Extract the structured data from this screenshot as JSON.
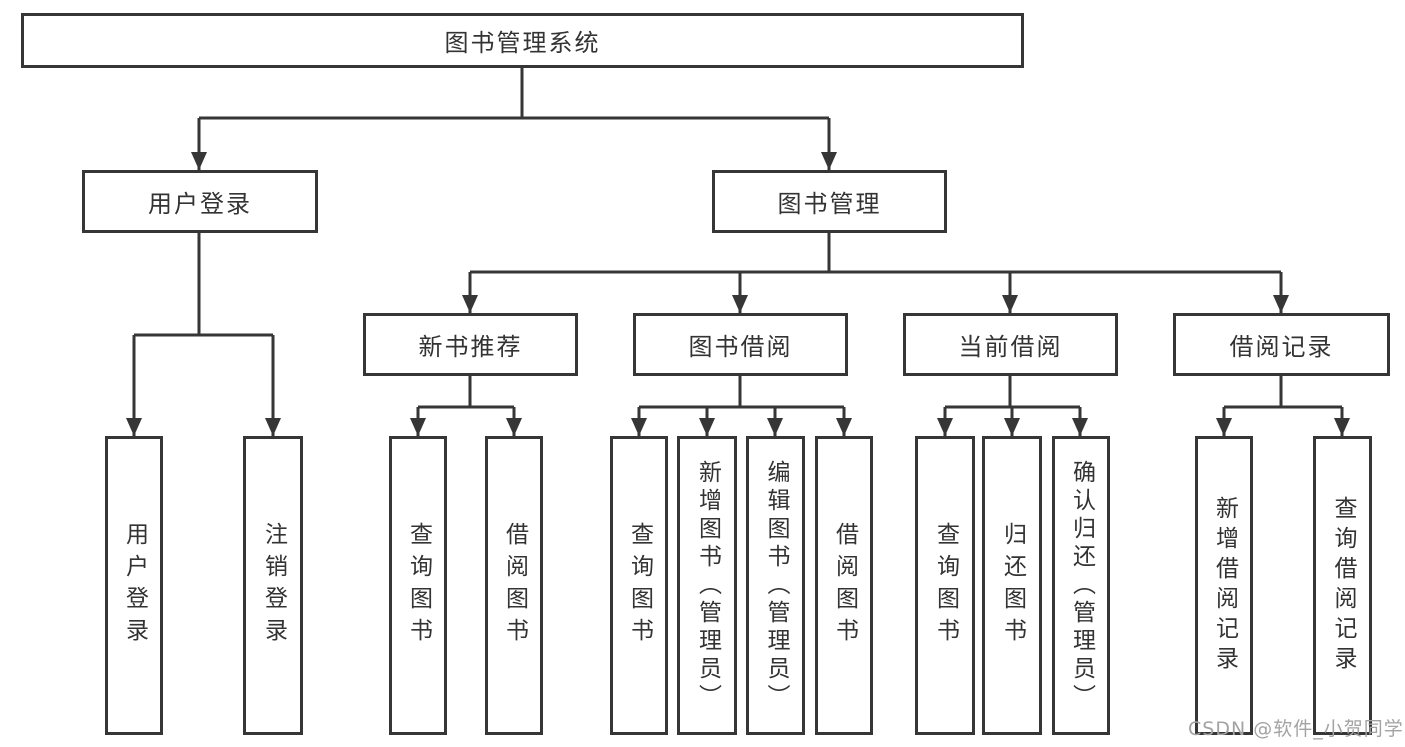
{
  "diagram_title": "图书管理系统",
  "tree": {
    "label": "图书管理系统",
    "children": [
      {
        "label": "用户登录",
        "children": [
          {
            "label": "用户登录"
          },
          {
            "label": "注销登录"
          }
        ]
      },
      {
        "label": "图书管理",
        "children": [
          {
            "label": "新书推荐",
            "children": [
              {
                "label": "查询图书"
              },
              {
                "label": "借阅图书"
              }
            ]
          },
          {
            "label": "图书借阅",
            "children": [
              {
                "label": "查询图书"
              },
              {
                "label": "新增图书（管理员）"
              },
              {
                "label": "编辑图书（管理员）"
              },
              {
                "label": "借阅图书"
              }
            ]
          },
          {
            "label": "当前借阅",
            "children": [
              {
                "label": "查询图书"
              },
              {
                "label": "归还图书"
              },
              {
                "label": "确认归还（管理员）"
              }
            ]
          },
          {
            "label": "借阅记录",
            "children": [
              {
                "label": "新增借阅记录"
              },
              {
                "label": "查询借阅记录"
              }
            ]
          }
        ]
      }
    ]
  },
  "watermark": {
    "text": "CSDN @软件_小贺同学"
  },
  "colors": {
    "line": "#363636",
    "box_border": "#363636",
    "text": "#333333",
    "watermark": "#a3a3a3",
    "background": "#ffffff"
  }
}
